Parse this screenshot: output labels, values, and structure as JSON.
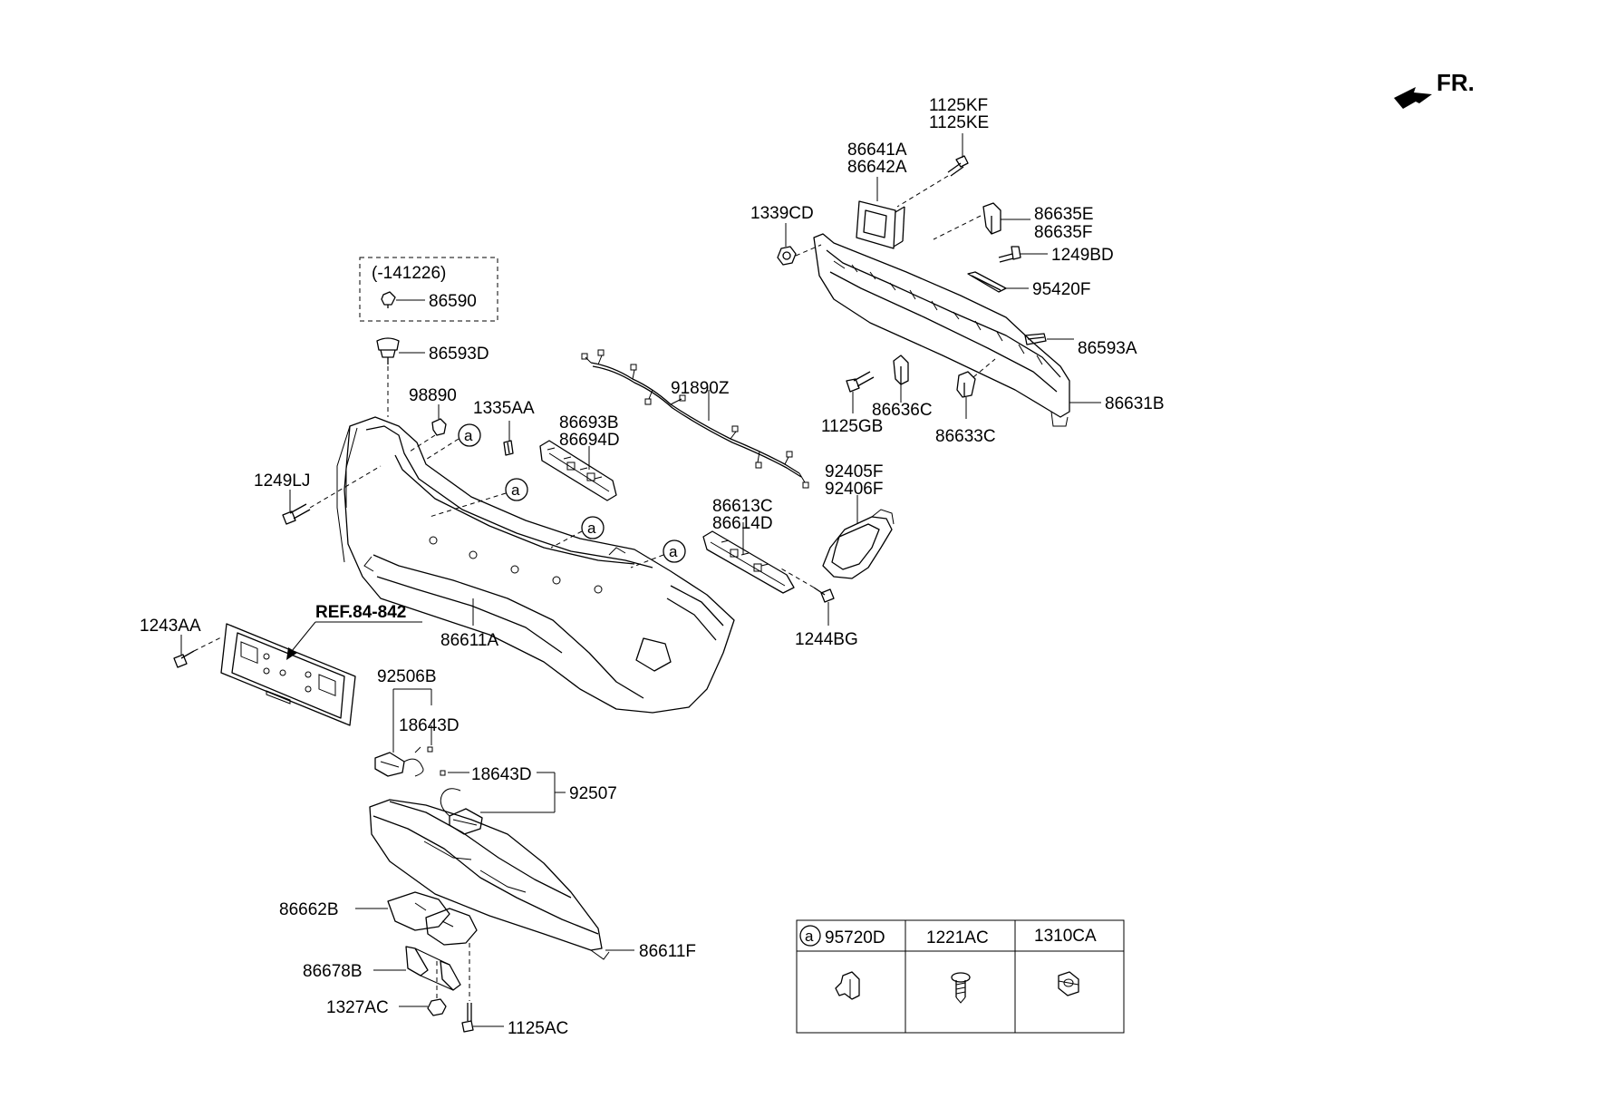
{
  "orientation": {
    "label": "FR.",
    "icon": "front-direction-arrow-icon"
  },
  "callouts": {
    "p1125KF": "1125KF",
    "p1125KE": "1125KE",
    "p86641A": "86641A",
    "p86642A": "86642A",
    "p1339CD": "1339CD",
    "p86635E": "86635E",
    "p86635F": "86635F",
    "p1249BD": "1249BD",
    "p95420F": "95420F",
    "p86593A": "86593A",
    "p86631B": "86631B",
    "p86636C": "86636C",
    "p1125GB": "1125GB",
    "p86633C": "86633C",
    "p141226": "(-141226)",
    "p86590": "86590",
    "p86593D": "86593D",
    "p98890": "98890",
    "p1335AA": "1335AA",
    "p91890Z": "91890Z",
    "p86693B": "86693B",
    "p86694D": "86694D",
    "p1249LJ": "1249LJ",
    "p92405F": "92405F",
    "p92406F": "92406F",
    "p86613C": "86613C",
    "p86614D": "86614D",
    "p1244BG": "1244BG",
    "pREF": "REF.84-842",
    "p1243AA": "1243AA",
    "p86611A": "86611A",
    "p92506B": "92506B",
    "p18643D_1": "18643D",
    "p18643D_2": "18643D",
    "p92507": "92507",
    "p86662B": "86662B",
    "p86611F": "86611F",
    "p86678B": "86678B",
    "p1327AC": "1327AC",
    "p1125AC": "1125AC"
  },
  "reference_marker": "a",
  "legend": {
    "columns": [
      {
        "marker": "a",
        "part": "95720D",
        "icon": "clip-icon"
      },
      {
        "marker": "",
        "part": "1221AC",
        "icon": "screw-icon"
      },
      {
        "marker": "",
        "part": "1310CA",
        "icon": "nut-icon"
      }
    ]
  }
}
